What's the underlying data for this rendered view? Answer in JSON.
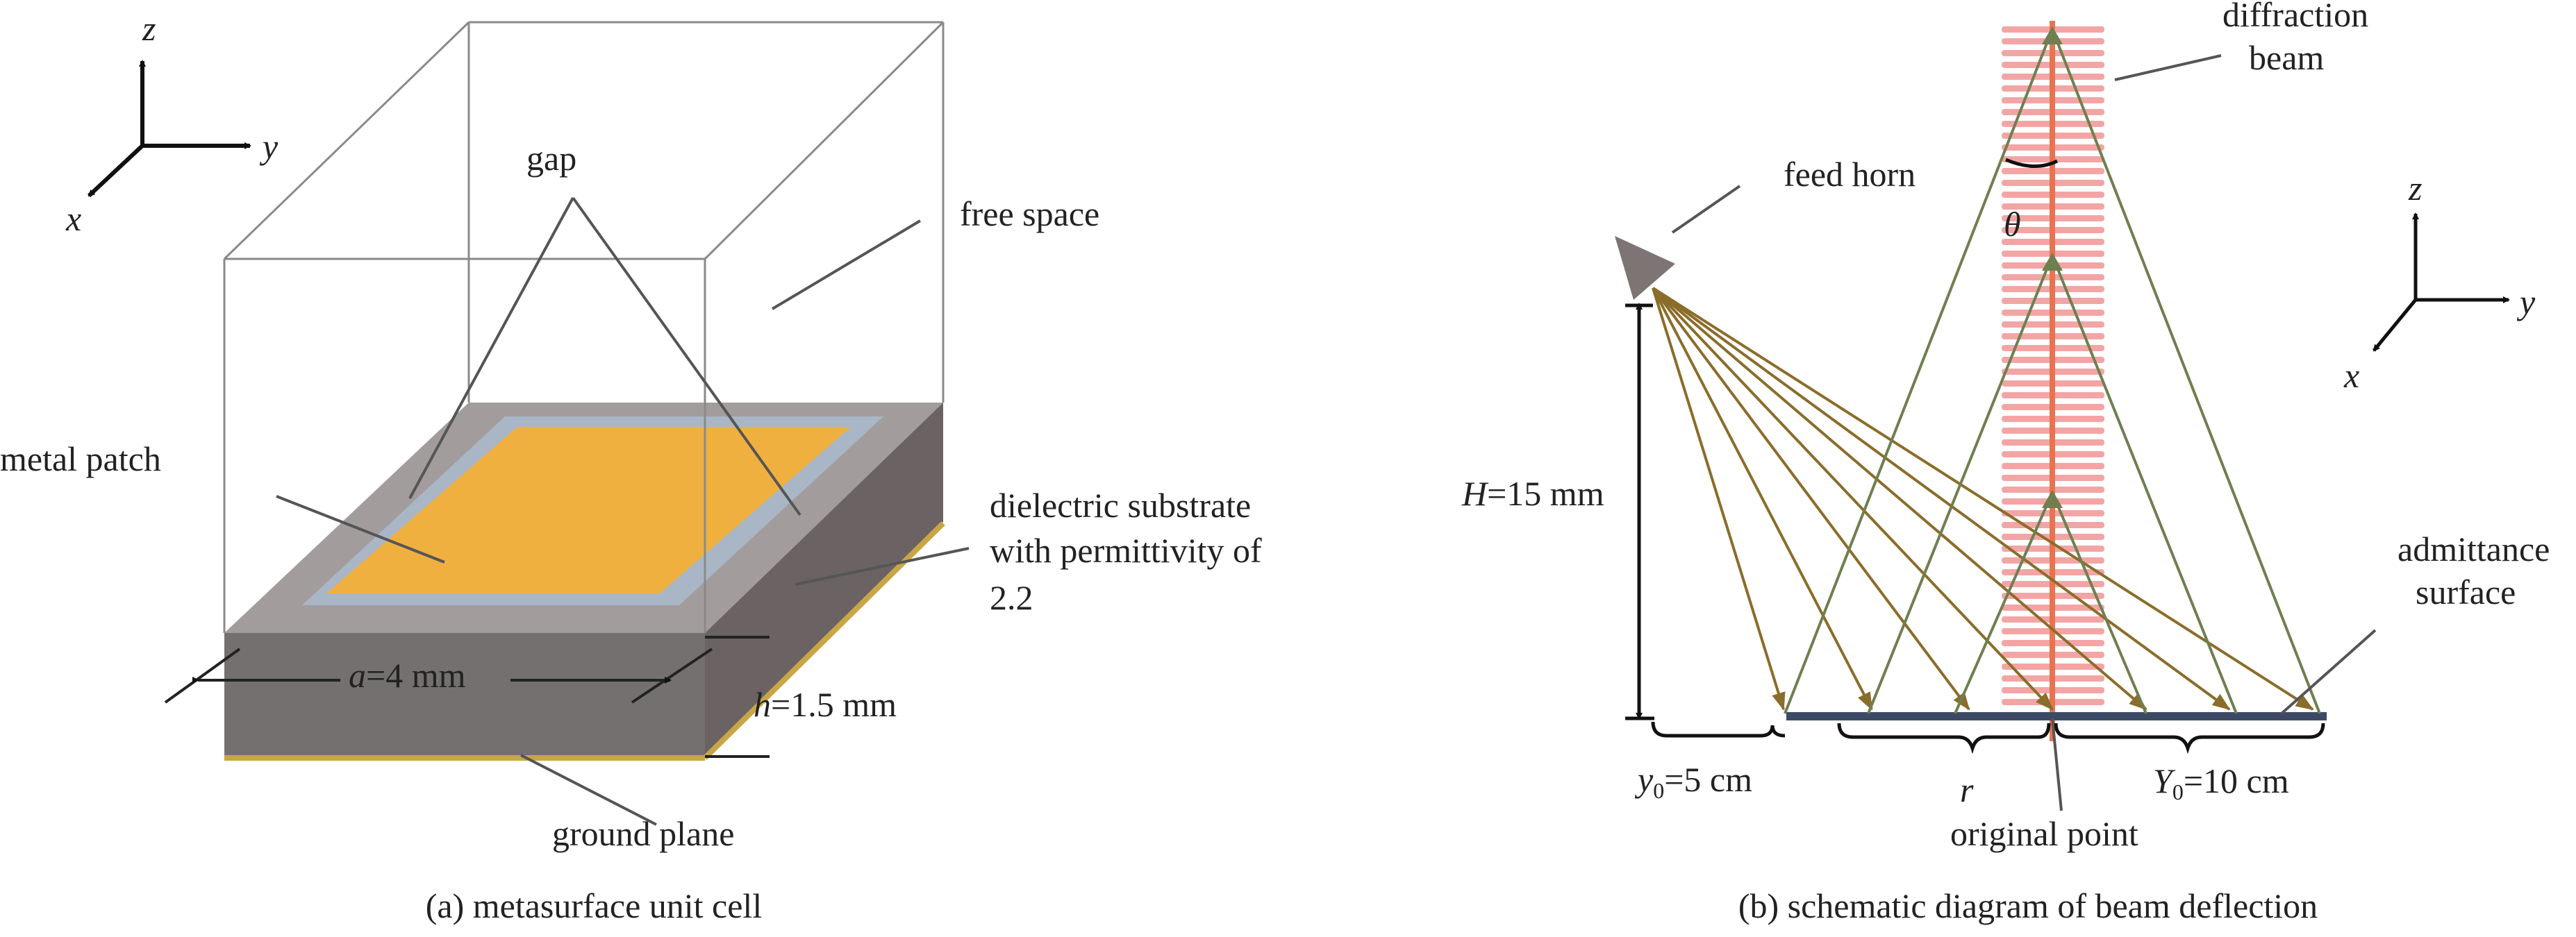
{
  "panel_a": {
    "axes": {
      "z": "z",
      "y": "y",
      "x": "x"
    },
    "labels": {
      "gap": "gap",
      "free_space": "free space",
      "metal_patch": "metal patch",
      "substrate_line1": "dielectric substrate",
      "substrate_line2": "with permittivity of",
      "substrate_line3": "2.2",
      "dim_a_var": "a",
      "dim_a_val": "=4 mm",
      "dim_h_var": "h",
      "dim_h_val": "=1.5 mm",
      "ground_plane": "ground plane"
    },
    "caption": "(a) metasurface unit cell"
  },
  "panel_b": {
    "axes": {
      "z": "z",
      "y": "y",
      "x": "x"
    },
    "labels": {
      "diffraction_line1": "diffraction",
      "diffraction_line2": "beam",
      "feed_horn": "feed horn",
      "theta": "θ",
      "height_var": "H",
      "height_val": "=15 mm",
      "admittance_line1": "admittance",
      "admittance_line2": "surface",
      "y0_var": "y",
      "y0_sub": "0",
      "y0_val": "=5 cm",
      "r": "r",
      "Y0_var": "Y",
      "Y0_sub": "0",
      "Y0_val": "=10 cm",
      "original_point": "original point"
    },
    "caption": "(b) schematic diagram of beam deflection"
  },
  "colors": {
    "patch": "#f0b040",
    "gap": "#a9b6c6",
    "substrate_top": "#a39c9c",
    "substrate_front": "#747070",
    "substrate_side": "#6b6363",
    "ground": "#c9a645",
    "incident_ray": "#8a6d2a",
    "diffracted_ray": "#6f7f4f",
    "beam_stripe": "#f08f8f",
    "beam_axis": "#e8734f",
    "surface": "#3d4a66",
    "horn": "#7d7474"
  }
}
